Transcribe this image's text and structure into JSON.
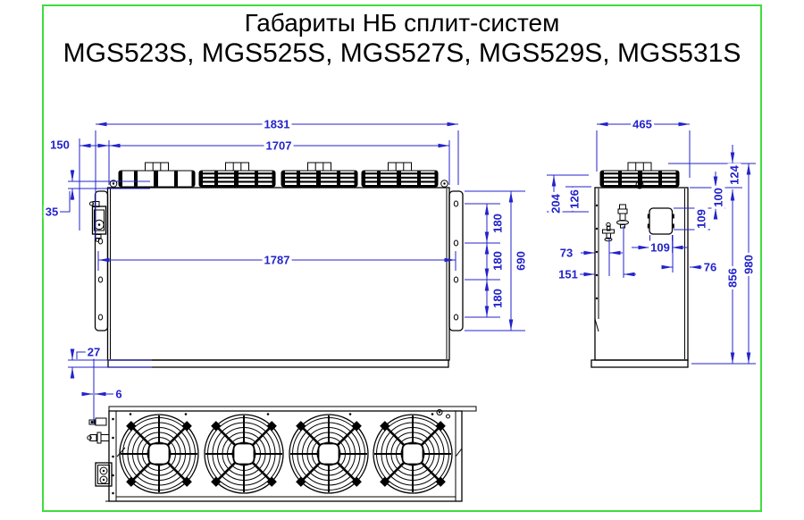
{
  "title": {
    "line1": "Габариты НБ сплит-систем",
    "line2": "MGS523S, MGS525S, MGS527S, MGS529S, MGS531S"
  },
  "colors": {
    "dimension_color": "#2323cc",
    "outline_color": "#000000",
    "frame_color": "#3fdc3f",
    "background": "#ffffff"
  },
  "dims": {
    "front_overall_width": "1831",
    "front_coil_width": "1707",
    "front_left_offset": "150",
    "front_top_step": "35",
    "front_mount_span": "1787",
    "front_hole_pitch_1": "180",
    "front_hole_pitch_2": "180",
    "front_hole_pitch_3": "180",
    "front_flange_span": "690",
    "front_base_height": "27",
    "front_fan_offset": "6",
    "side_depth": "465",
    "side_coil_clearance": "204",
    "side_valve_top_offset": "126",
    "side_valve_small_offset": "73",
    "side_valve_large_offset": "151",
    "side_panel_width": "109",
    "side_panel_height": "109",
    "side_panel_top_offset": "100",
    "side_coil_height": "124",
    "side_panel_right_offset": "76",
    "side_body_height": "856",
    "side_overall_height": "980"
  }
}
